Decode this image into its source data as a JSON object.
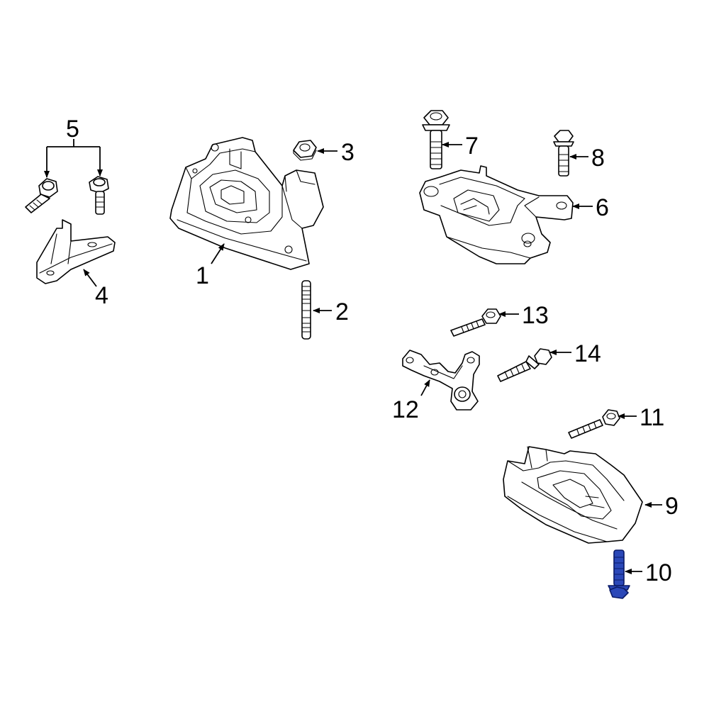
{
  "callouts": {
    "c1": "1",
    "c2": "2",
    "c3": "3",
    "c4": "4",
    "c5": "5",
    "c6": "6",
    "c7": "7",
    "c8": "8",
    "c9": "9",
    "c10": "10",
    "c11": "11",
    "c12": "12",
    "c13": "13",
    "c14": "14"
  },
  "colors": {
    "line": "#000000",
    "background": "#ffffff",
    "highlight_fill": "#2b48b8",
    "highlight_stroke": "#0a1a66"
  },
  "highlighted_part": "10"
}
